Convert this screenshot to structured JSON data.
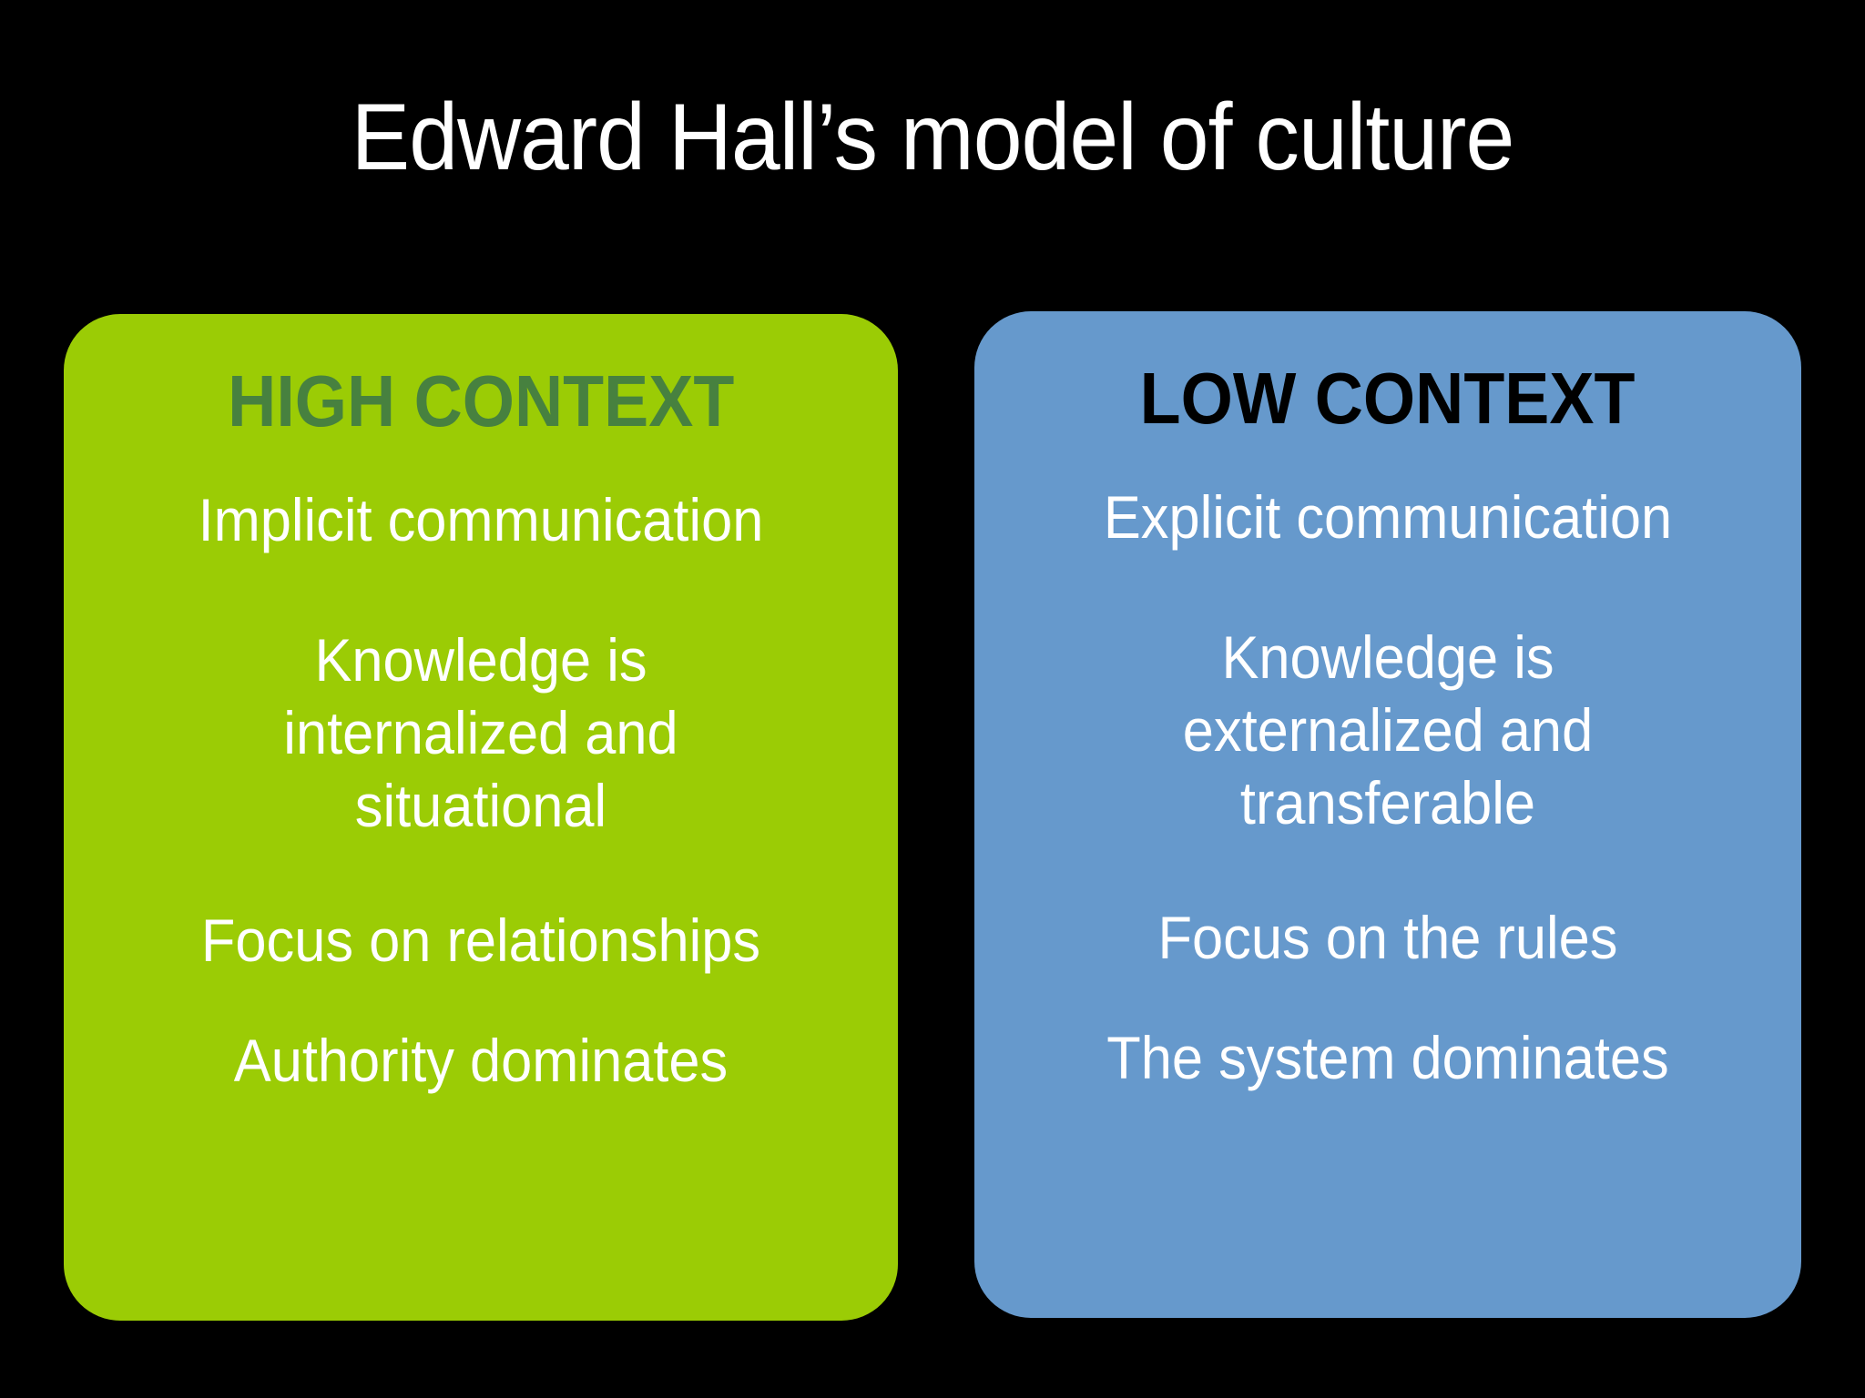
{
  "slide": {
    "background_color": "#000000",
    "title": "Edward Hall’s model of culture"
  },
  "panels": [
    {
      "id": "high-context",
      "header": "HIGH CONTEXT",
      "header_color": "#47813F",
      "background_color": "#9BCC05",
      "text_color": "#FFFFFF",
      "entries": [
        {
          "lines": [
            "Implicit communication"
          ]
        },
        {
          "lines": [
            "Knowledge is",
            "internalized and",
            "situational"
          ]
        },
        {
          "lines": [
            "Focus on relationships"
          ]
        },
        {
          "lines": [
            "Authority dominates"
          ]
        }
      ]
    },
    {
      "id": "low-context",
      "header": "LOW CONTEXT",
      "header_color": "#000000",
      "background_color": "#6699CC",
      "text_color": "#FFFFFF",
      "entries": [
        {
          "lines": [
            "Explicit communication"
          ]
        },
        {
          "lines": [
            "Knowledge is",
            "externalized and",
            "transferable"
          ]
        },
        {
          "lines": [
            "Focus on the rules"
          ]
        },
        {
          "lines": [
            "The system dominates"
          ]
        }
      ]
    }
  ]
}
